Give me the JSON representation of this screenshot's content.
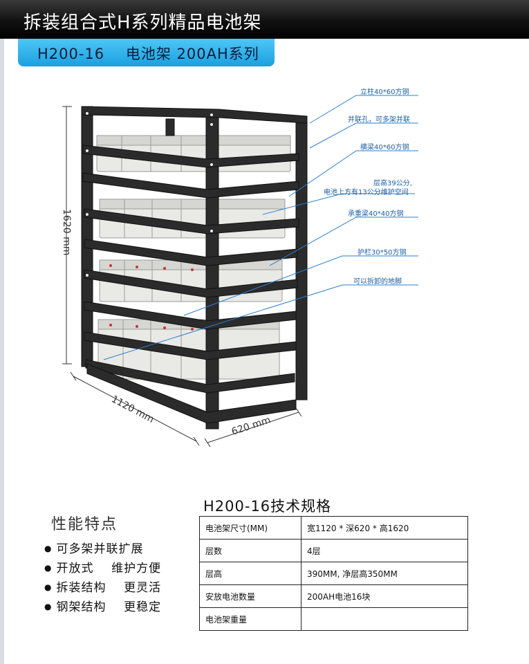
{
  "header": {
    "title": "拆装组合式H系列精品电池架"
  },
  "model": {
    "label": "H200-16    电池架 200AH系列"
  },
  "callouts": [
    "立柱40*60方钢",
    "并联孔，可多架并联",
    "横梁40*60方钢",
    "层高39公分,",
    "电池上方有13公分维护空间",
    "承重梁40*40方钢",
    "护栏30*50方钢",
    "可以拆卸的地脚"
  ],
  "dimensions": {
    "height": "1620 mm",
    "width": "1120 mm",
    "depth": "620 mm"
  },
  "features": {
    "title": "性能特点",
    "items": [
      "可多架并联扩展",
      "开放式    维护方便",
      "拆装结构    更灵活",
      "钢架结构    更稳定"
    ]
  },
  "specs": {
    "title": "H200-16技术规格",
    "rows": [
      {
        "key": "电池架尺寸(MM)",
        "value": "宽1120 * 深620 * 高1620"
      },
      {
        "key": "层数",
        "value": "4层"
      },
      {
        "key": "层高",
        "value": "390MM, 净层高350MM"
      },
      {
        "key": "安放电池数量",
        "value": "200AH电池16块"
      },
      {
        "key": "电池架重量",
        "value": ""
      }
    ]
  },
  "colors": {
    "accent": "#1aa0e0",
    "frame": "#2b2b2b",
    "callout": "#1a5fa8"
  }
}
